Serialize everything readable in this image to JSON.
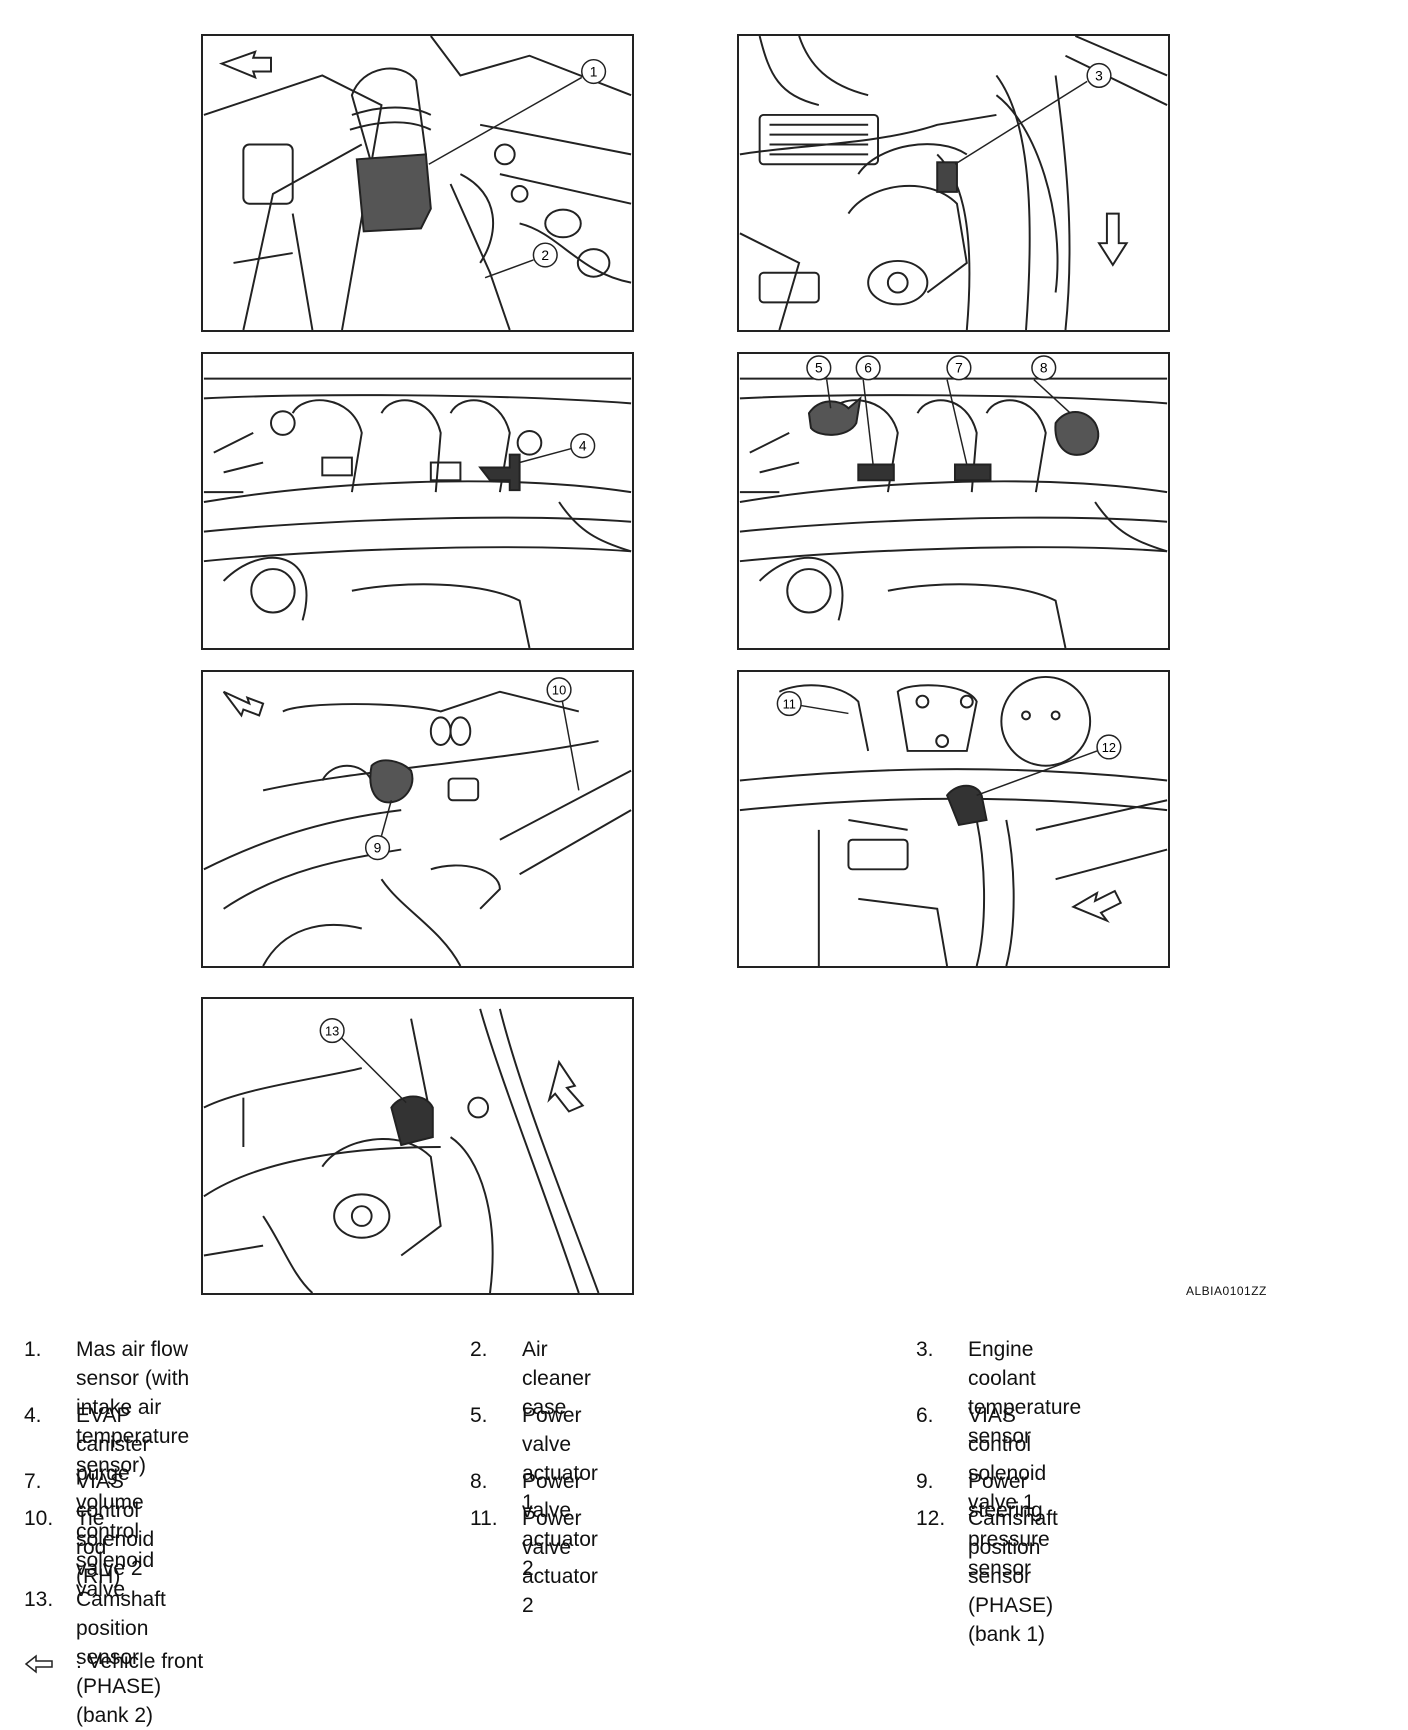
{
  "panels": [
    {
      "id": "p1",
      "callouts": [
        "1",
        "2"
      ]
    },
    {
      "id": "p2",
      "callouts": [
        "3"
      ]
    },
    {
      "id": "p3",
      "callouts": [
        "4"
      ]
    },
    {
      "id": "p4",
      "callouts": [
        "5",
        "6",
        "7",
        "8"
      ]
    },
    {
      "id": "p5",
      "callouts": [
        "9",
        "10"
      ]
    },
    {
      "id": "p6",
      "callouts": [
        "11",
        "12"
      ]
    },
    {
      "id": "p7",
      "callouts": [
        "13"
      ]
    }
  ],
  "reference_code": "ALBIA0101ZZ",
  "legend": [
    {
      "num": "1.",
      "line1": "Mas air flow sensor (with intake air",
      "line2": "temperature sensor)"
    },
    {
      "num": "2.",
      "line1": "Air cleaner case",
      "line2": ""
    },
    {
      "num": "3.",
      "line1": "Engine coolant temperature sensor",
      "line2": ""
    },
    {
      "num": "4.",
      "line1": "EVAP canister purge volume control",
      "line2": "solenoid valve"
    },
    {
      "num": "5.",
      "line1": "Power valve actuator 1",
      "line2": ""
    },
    {
      "num": "6.",
      "line1": "VIAS control solenoid valve 1",
      "line2": ""
    },
    {
      "num": "7.",
      "line1": "VIAS control solenoid valve 2",
      "line2": ""
    },
    {
      "num": "8.",
      "line1": "Power valve actuator 2",
      "line2": ""
    },
    {
      "num": "9.",
      "line1": "Power steering pressure sensor",
      "line2": ""
    },
    {
      "num": "10.",
      "line1": "Tie rod (RH)",
      "line2": ""
    },
    {
      "num": "11.",
      "line1": "Power valve actuator 2",
      "line2": ""
    },
    {
      "num": "12.",
      "line1": "Camshaft position sensor (PHASE)",
      "line2": "(bank 1)"
    },
    {
      "num": "13.",
      "line1": "Camshaft position sensor (PHASE)",
      "line2": "(bank 2)"
    }
  ],
  "front_key": {
    "icon": "arrow-left-icon",
    "label": ": Vehicle front"
  }
}
